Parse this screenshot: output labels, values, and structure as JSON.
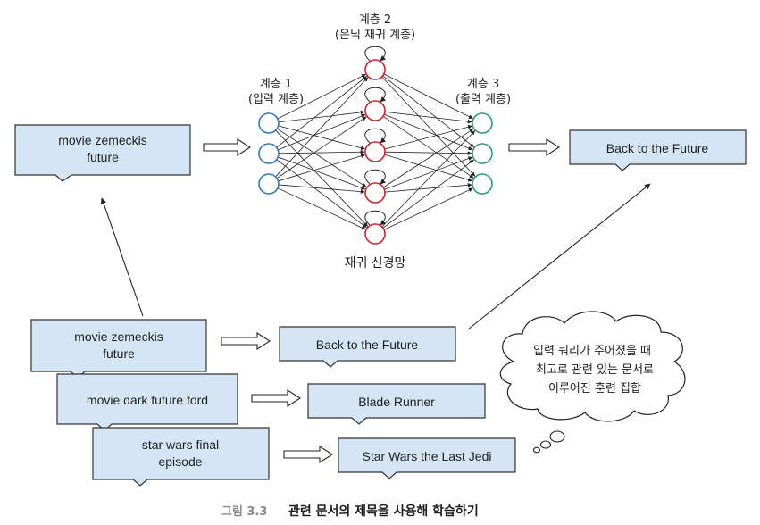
{
  "network": {
    "layer1": {
      "title": "계층 1",
      "subtitle": "(입력 계층)"
    },
    "layer2": {
      "title": "계층 2",
      "subtitle": "(은닉 재귀 계층)"
    },
    "layer3": {
      "title": "계층 3",
      "subtitle": "(출력 계층)"
    },
    "label": "재귀 신경망",
    "colors": {
      "input": "#2f78c4",
      "hidden": "#d6202a",
      "output": "#2e9b6e"
    }
  },
  "top": {
    "query": [
      "movie zemeckis",
      "future"
    ],
    "result": "Back to the Future"
  },
  "training": [
    {
      "query": [
        "movie zemeckis",
        "future"
      ],
      "title": "Back to the Future"
    },
    {
      "query": [
        "movie dark future ford"
      ],
      "title": "Blade Runner"
    },
    {
      "query": [
        "star wars final",
        "episode"
      ],
      "title": "Star Wars the Last Jedi"
    }
  ],
  "cloud": [
    "입력 쿼리가 주어졌을 때",
    "최고로 관련 있는 문서로",
    "이루어진 훈련 집합"
  ],
  "caption": {
    "number": "그림 3.3",
    "text": "관련 문서의 제목을 사용해 학습하기"
  }
}
